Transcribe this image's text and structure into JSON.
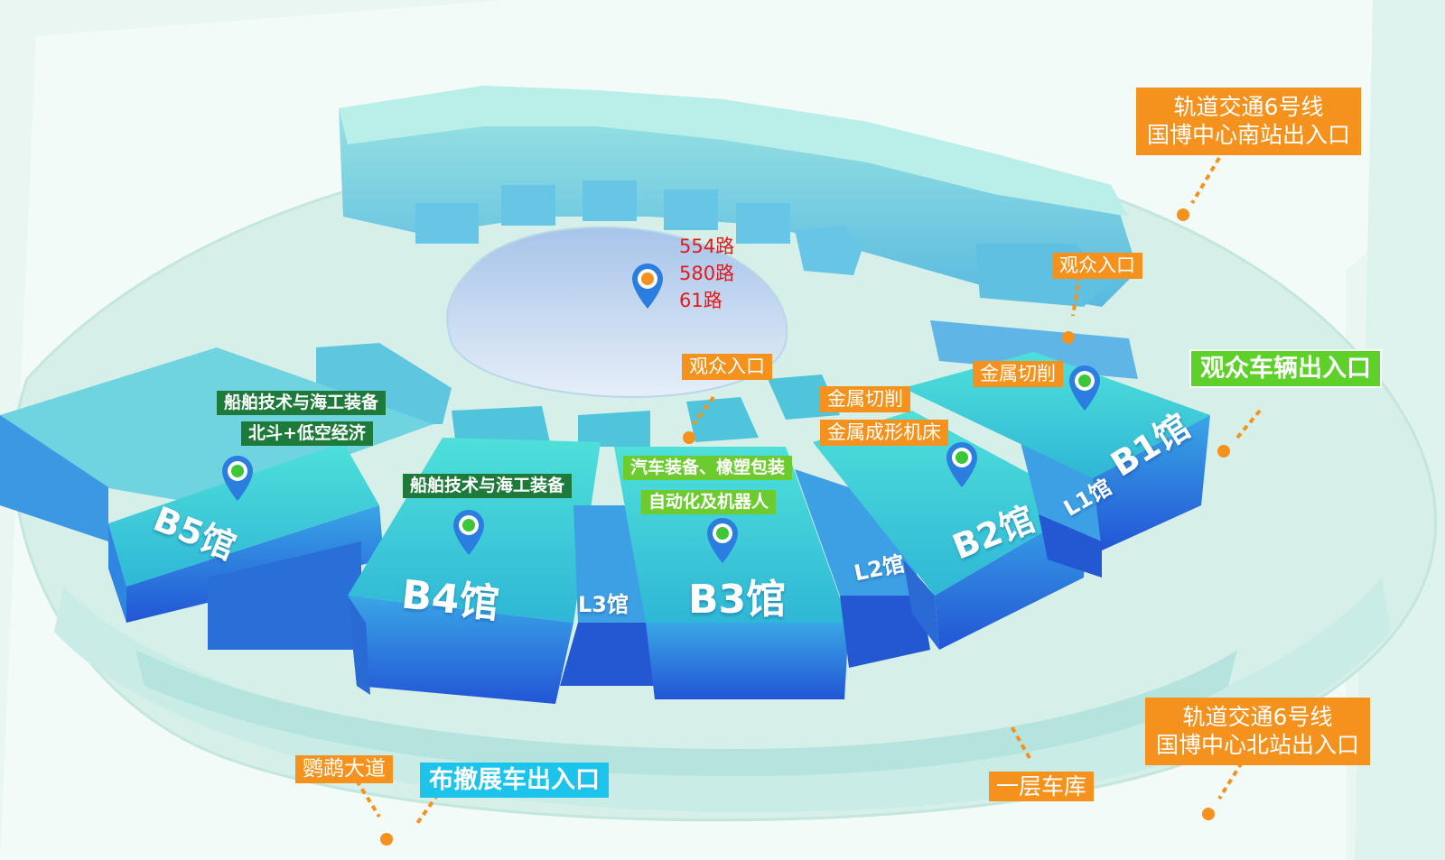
{
  "halls": {
    "b1": "B1馆",
    "b2": "B2馆",
    "b3": "B3馆",
    "b4": "B4馆",
    "b5": "B5馆",
    "l1": "L1馆",
    "l2": "L2馆",
    "l3": "L3馆"
  },
  "exhibits": {
    "b5_line1": "船舶技术与海工装备",
    "b5_line2": "北斗+低空经济",
    "b4_line1": "船舶技术与海工装备",
    "b3_line1": "汽车装备、橡塑包装",
    "b3_line2": "自动化及机器人",
    "b2_line1": "金属切削",
    "b2_line2": "金属成形机床",
    "b1_line1": "金属切削"
  },
  "entrances": {
    "audience_center": "观众入口",
    "audience_right": "观众入口",
    "vehicle_exit": "观众车辆出入口",
    "metro_south_line1": "轨道交通6号线",
    "metro_south_line2": "国博中心南站出入口",
    "metro_north_line1": "轨道交通6号线",
    "metro_north_line2": "国博中心北站出入口",
    "garage": "一层车库",
    "road": "鹦鹉大道",
    "exhibitor_exit": "布撤展车出入口"
  },
  "bus": {
    "route1": "554路",
    "route2": "580路",
    "route3": "61路"
  },
  "colors": {
    "orange_label": "#f5921e",
    "dark_green_label": "#1e7a3a",
    "lime_label": "#6ccb2e",
    "vehicle_green": "#5dd12a",
    "exhibitor_cyan": "#1cc3ea",
    "bus_red": "#e21b1b",
    "building_top": "#3fd0d6",
    "building_side": "#2f7fe0"
  }
}
